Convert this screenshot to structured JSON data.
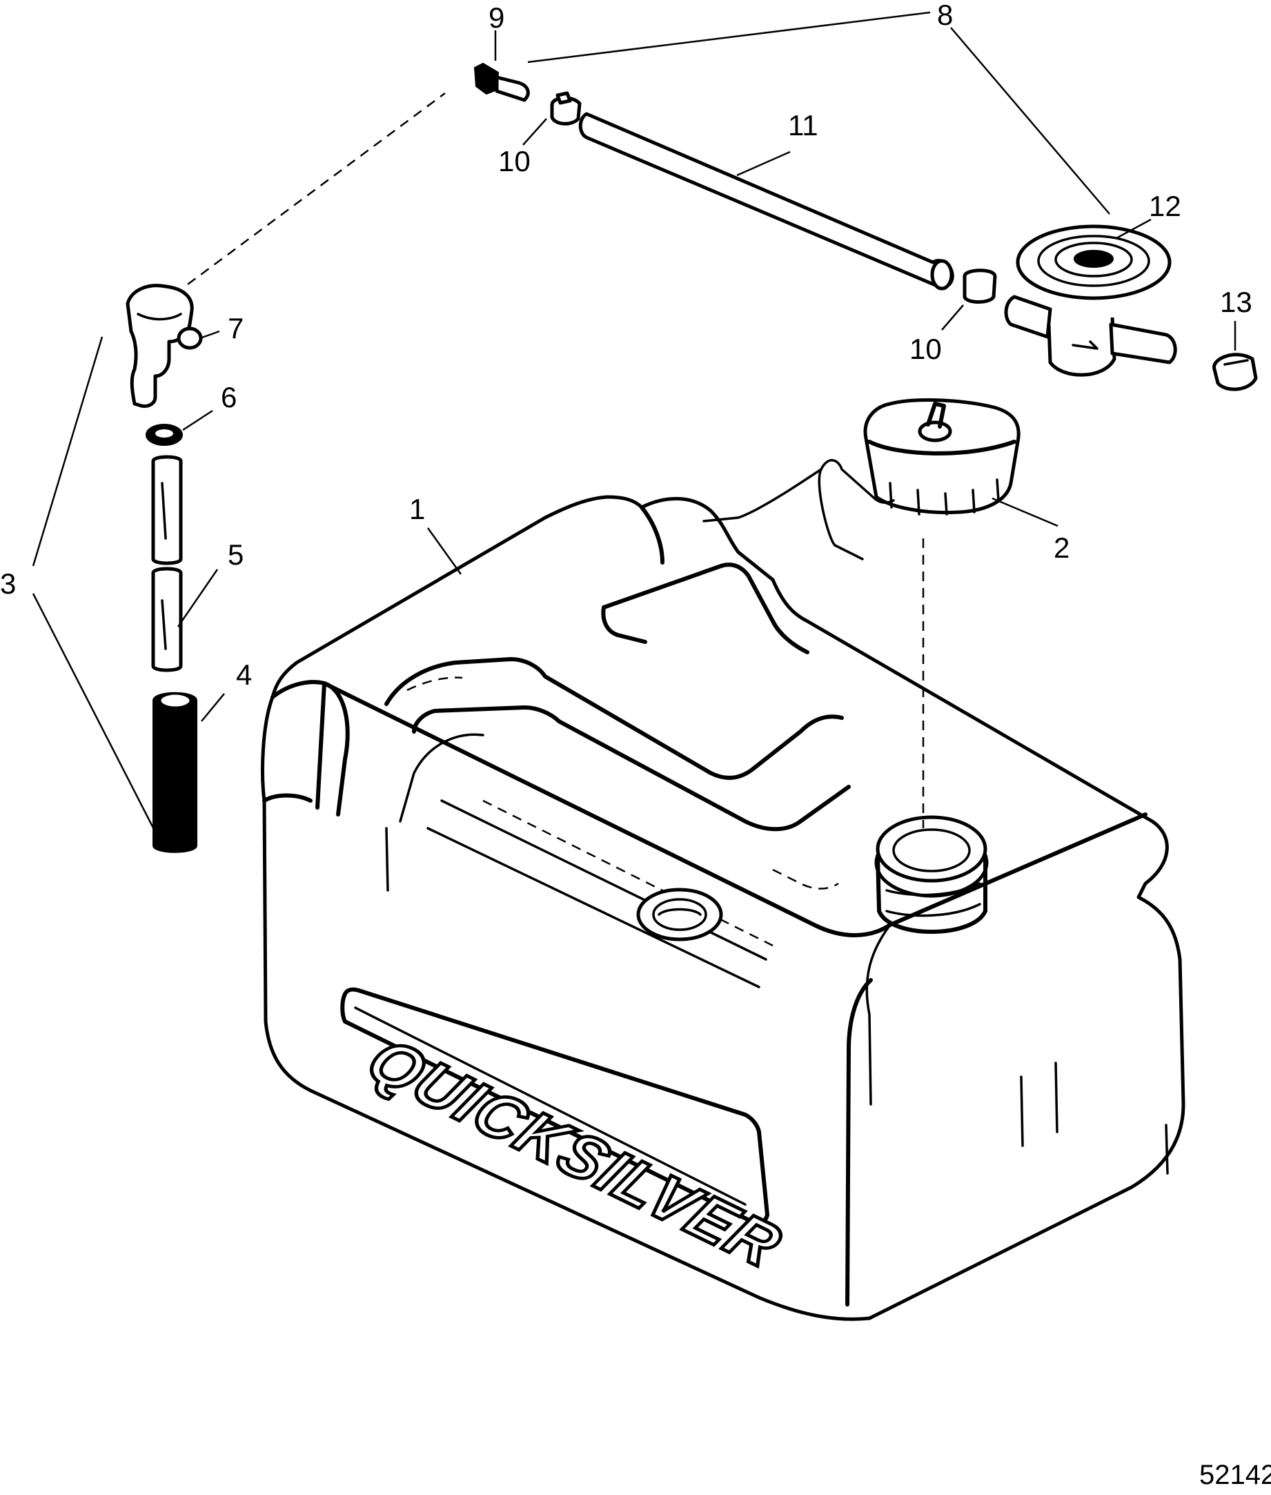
{
  "diagram": {
    "figure_number": "52142",
    "brand_text": "QUICKSILVER",
    "callouts": [
      "1",
      "2",
      "3",
      "4",
      "5",
      "6",
      "7",
      "8",
      "9",
      "10",
      "10",
      "11",
      "12",
      "13"
    ]
  }
}
